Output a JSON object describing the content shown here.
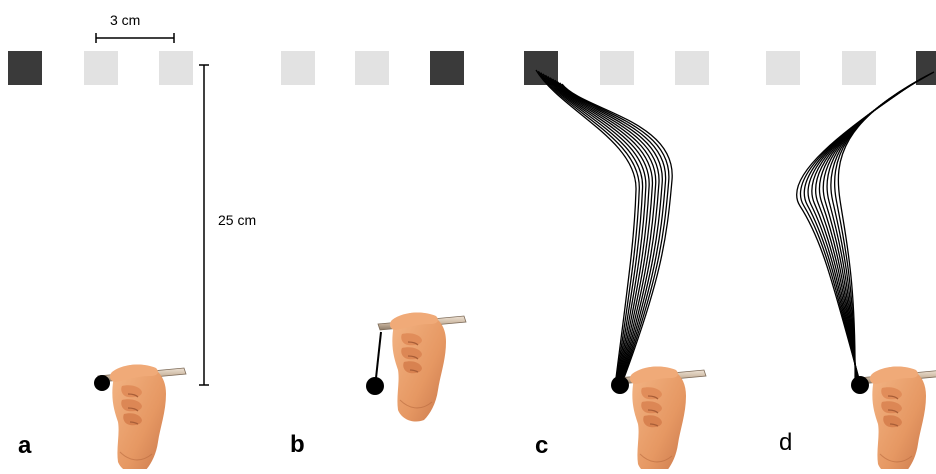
{
  "scale": {
    "horizontal_label": "3 cm",
    "vertical_label": "25 cm"
  },
  "panels": [
    {
      "letter": "a",
      "targets": [
        "dark",
        "light",
        "light"
      ],
      "condition": "no trajectories, start position"
    },
    {
      "letter": "b",
      "targets": [
        "light",
        "light",
        "dark"
      ],
      "condition": "no trajectories, start position offset"
    },
    {
      "letter": "c",
      "targets": [
        "dark",
        "light",
        "light"
      ],
      "condition": "trajectories"
    },
    {
      "letter": "d",
      "targets": [
        "light",
        "light",
        "dark"
      ],
      "condition": "trajectories"
    }
  ],
  "colors": {
    "target_dark": "#3a3a3a",
    "target_light": "#e2e2e2",
    "line": "#000000",
    "skin": "#eaa070",
    "skin_shadow": "#c7744a",
    "pen": "#d6c4b0",
    "pen_dark": "#8a7864"
  },
  "icons": [
    "hand-holding-pen-icon",
    "start-position-dot-icon"
  ]
}
